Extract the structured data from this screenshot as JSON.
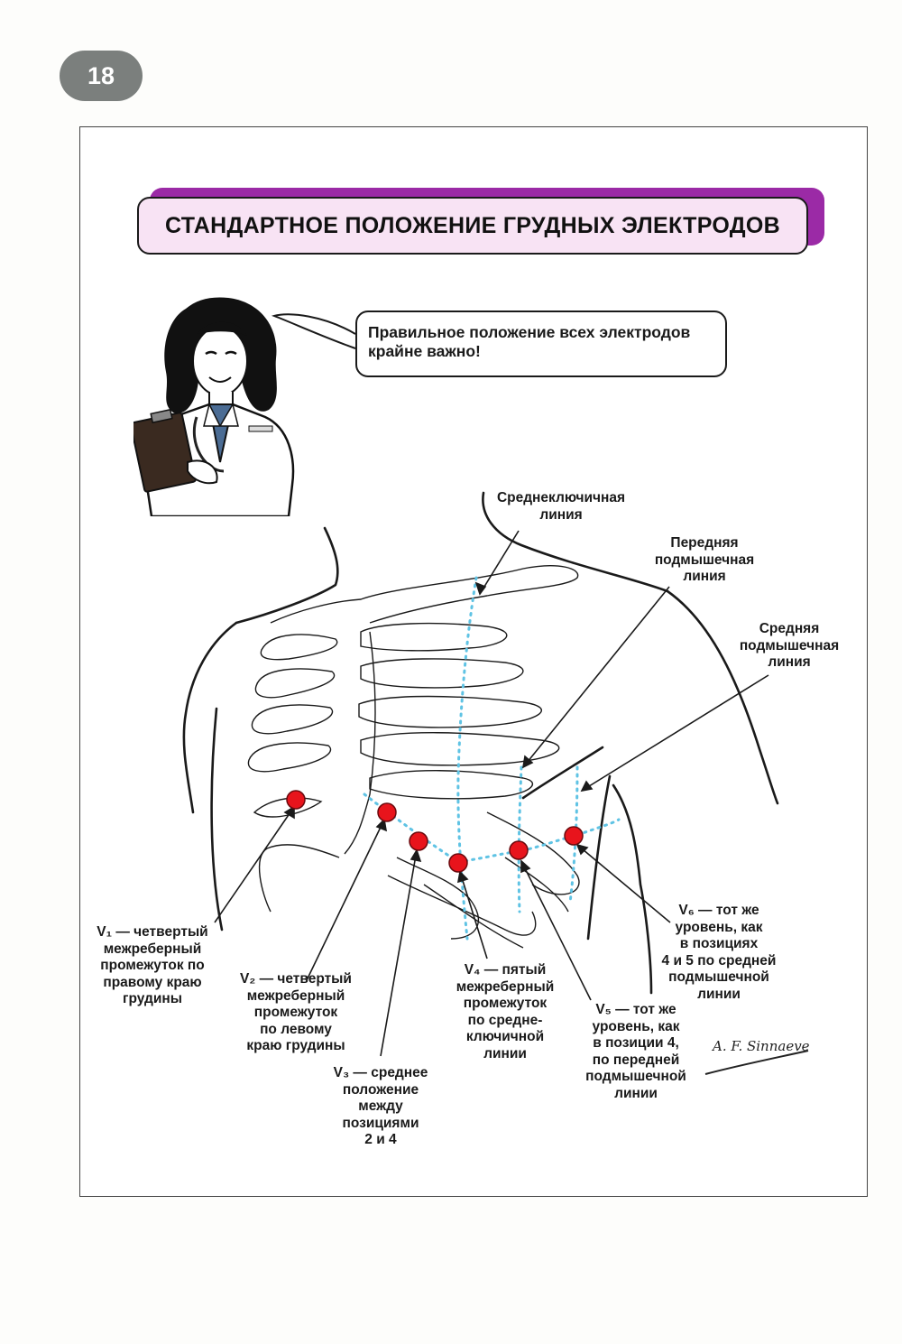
{
  "page_number": "18",
  "title": "СТАНДАРТНОЕ ПОЛОЖЕНИЕ ГРУДНЫХ ЭЛЕКТРОДОВ",
  "speech": {
    "line1": "Правильное положение всех электродов",
    "line2": "крайне важно!"
  },
  "lines": {
    "midclavicular": [
      "Среднеключичная",
      "линия"
    ],
    "anterior_axillary": [
      "Передняя",
      "подмышечная",
      "линия"
    ],
    "mid_axillary": [
      "Средняя",
      "подмышечная",
      "линия"
    ]
  },
  "electrodes": {
    "v1": [
      "V₁ — четвертый",
      "межреберный",
      "промежуток по",
      "правому краю",
      "грудины"
    ],
    "v2": [
      "V₂ — четвертый",
      "межреберный",
      "промежуток",
      "по левому",
      "краю грудины"
    ],
    "v3": [
      "V₃ — среднее",
      "положение",
      "между",
      "позициями",
      "2 и 4"
    ],
    "v4": [
      "V₄ — пятый",
      "межреберный",
      "промежуток",
      "по средне-",
      "ключичной",
      "линии"
    ],
    "v5": [
      "V₅ — тот же",
      "уровень, как",
      "в позиции 4,",
      "по передней",
      "подмышечной",
      "линии"
    ],
    "v6": [
      "V₆ — тот же",
      "уровень, как",
      "в позициях",
      "4 и 5 по средней",
      "подмышечной",
      "линии"
    ]
  },
  "signature": "A. F. Sinnaeve",
  "colors": {
    "electrode": "#e8141c",
    "guide_line": "#5fc3e4",
    "title_accent": "#9b2aa6",
    "title_fill": "#f8e3f4",
    "badge": "#7b7f7d"
  }
}
